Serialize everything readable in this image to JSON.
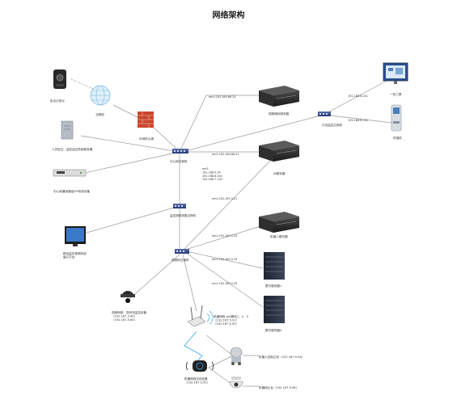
{
  "title": "网络架构",
  "nodes": {
    "recorder": "执法记录仪",
    "internet": "互联网",
    "external_firewall": "外网防火墙",
    "core_switch": "中心网交换机",
    "storage_server": "视频储存服务器",
    "manage_server": "人员定位、监控监控系统服务器",
    "sip_device": "中心网通用通话SIP系统设备",
    "mid_server": "AI服务器",
    "monitor_switch": "监控视频采集交换机",
    "kiosk_switch": "中控监控交换机",
    "screen": "一机三屏",
    "terminal": "终端机",
    "display_platform": "移动监控视频系统\n展示平台",
    "robot_server": "机器人服务器",
    "video_switch": "视频网交换机",
    "server1": "霍尔服务器1",
    "server2": "霍尔服务器2",
    "dome_camera": "视频网络、视讯流监控设备\n（192.167.5.40）\n（192.167.5.60）",
    "ap": "机器网络 wifi基站1、2、3\n（192.167.5.91）\n（192.167.5.92）",
    "rfid": "机器网络无线设备\n（192.167.5.95）",
    "robot": "机器人控制主机（192.167.5.94）",
    "ptz_camera": "机器网云台（192.167.5.96）"
  },
  "edges": {
    "storage": "em1:192.169.66.33",
    "ai": "em1:192.169.66.31",
    "ai_multi": "em3\n192.168.0.94\n192.168.6.202\n192.168.7.133",
    "kiosk1": "192.168.6.251",
    "kiosk2": "192.168.6.252",
    "video": "em1:192.167.5.21",
    "robot": "em1:192.167.5.23",
    "s1": "em1:192.167.5.24",
    "s2": "em1:192.167.5.25"
  }
}
